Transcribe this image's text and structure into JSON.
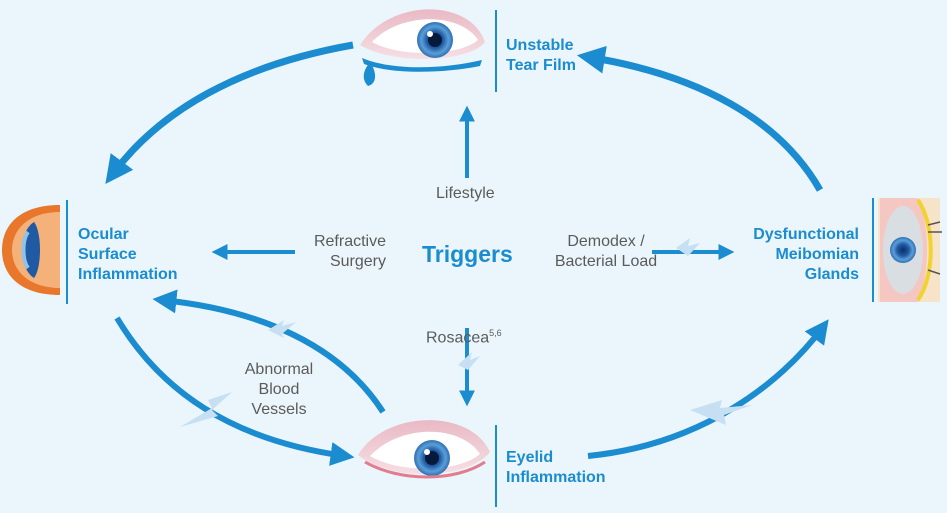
{
  "center": {
    "title": "Triggers"
  },
  "nodes": {
    "unstable_tear_film": "Unstable\nTear Film",
    "ocular_surface_inflammation": "Ocular\nSurface\nInflammation",
    "dysfunctional_meibomian_glands": "Dysfunctional\nMeibomian\nGlands",
    "eyelid_inflammation": "Eyelid\nInflammation"
  },
  "triggers": {
    "lifestyle": "Lifestyle",
    "refractive_surgery": "Refractive\nSurgery",
    "demodex": "Demodex /\nBacterial Load",
    "rosacea": "Rosacea",
    "rosacea_refs": "5,6",
    "abnormal_blood_vessels": "Abnormal\nBlood\nVessels"
  },
  "colors": {
    "background": "#eaf6fb",
    "accent": "#1b8ccf",
    "trigger_text": "#5b5b5b",
    "lightning": "#c7dff2"
  },
  "icons": [
    "eye-front-icon",
    "eye-cross-section-icon",
    "eyelid-cross-section-icon",
    "lightning-icon"
  ]
}
